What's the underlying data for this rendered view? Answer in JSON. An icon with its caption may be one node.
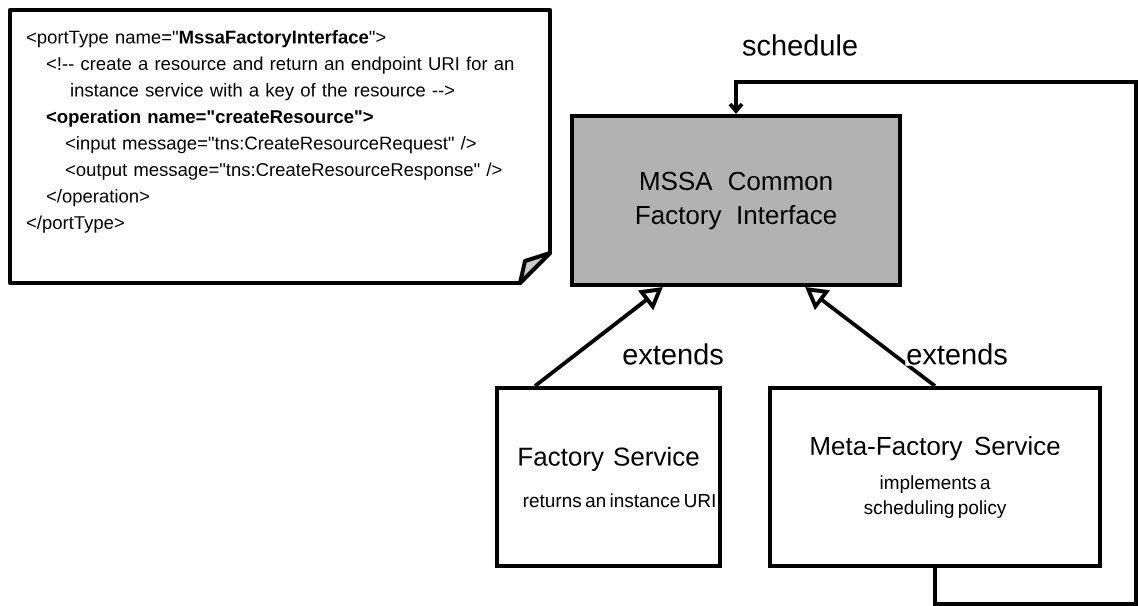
{
  "diagram": {
    "nodes": [
      {
        "text": [
          "<portType name=\"**MssaFactoryInterface**\">",
          "<!-- create a resource and return an endpoint URI for an instance service with a key of the resource -->",
          "<operation name=\"createResource\">",
          "<input message=\"tns:CreateResourceRequest\" />",
          "<output message=\"tns:CreateResourceResponse\" />",
          "</operation>",
          "</portType>"
        ]
      },
      {
        "text": [
          "MSSA Common Factory Interface"
        ]
      },
      {
        "text": [
          "Factory Service",
          "returns an instance URI"
        ]
      },
      {
        "text": [
          "Meta-Factory Service",
          "implements a scheduling policy"
        ]
      }
    ],
    "edges": [
      {
        "from": 2,
        "to": 1,
        "arrow": "to",
        "label": "extends"
      },
      {
        "from": 3,
        "to": 1,
        "arrow": "to",
        "label": "extends"
      },
      {
        "from": 3,
        "to": 1,
        "arrow": "to",
        "label": "schedule"
      }
    ]
  }
}
